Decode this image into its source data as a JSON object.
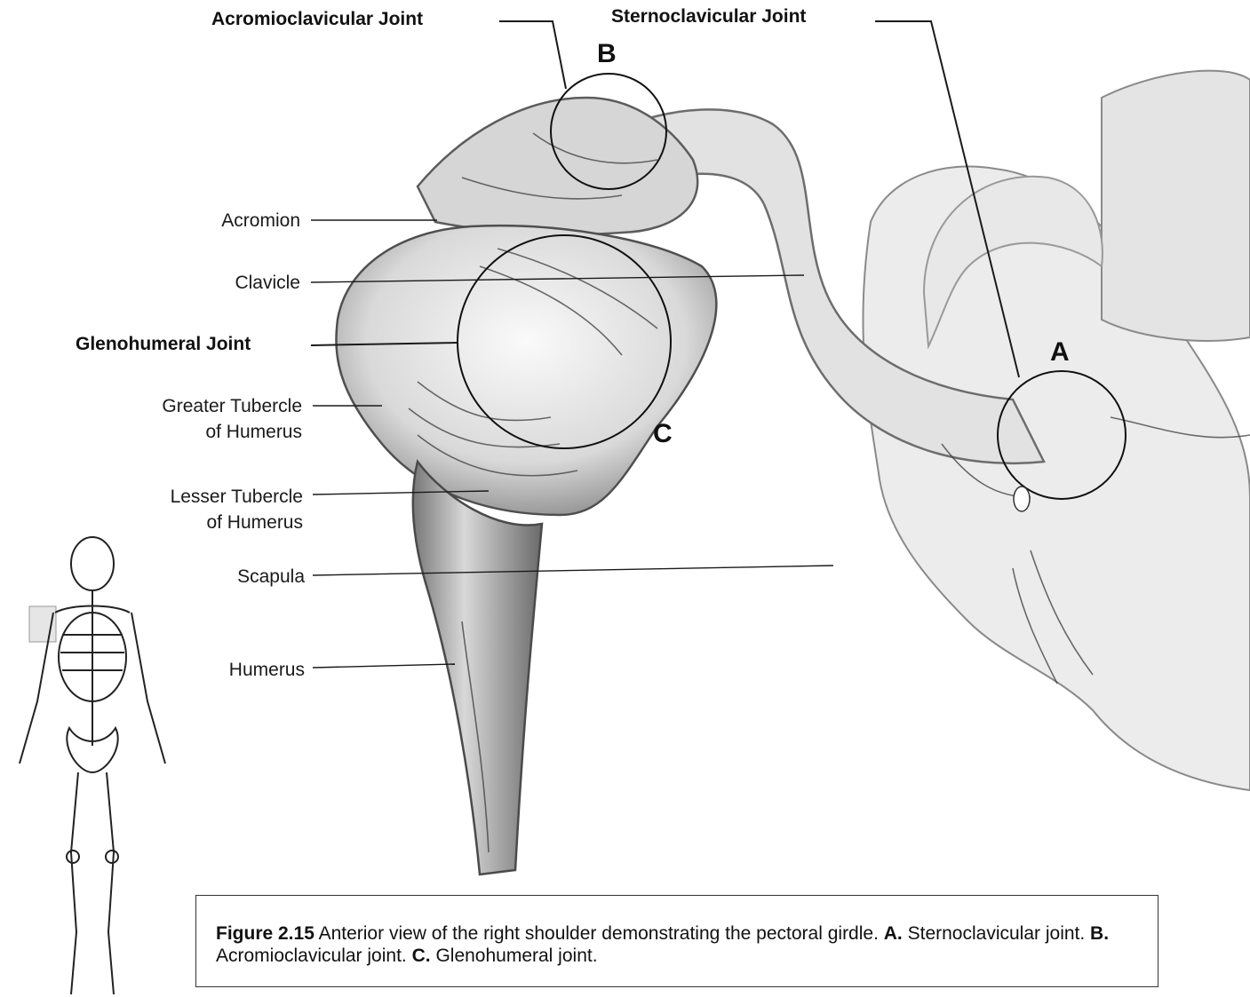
{
  "headings": {
    "acromioclavicular": "Acromioclavicular Joint",
    "sternoclavicular": "Sternoclavicular Joint",
    "glenohumeral": "Glenohumeral Joint"
  },
  "letters": {
    "a": "A",
    "b": "B",
    "c": "C"
  },
  "labels": {
    "acromion": "Acromion",
    "clavicle": "Clavicle",
    "greater_tubercle_1": "Greater Tubercle",
    "greater_tubercle_2": "of Humerus",
    "lesser_tubercle_1": "Lesser Tubercle",
    "lesser_tubercle_2": "of Humerus",
    "scapula": "Scapula",
    "humerus": "Humerus"
  },
  "caption": {
    "figure_no": "Figure 2.15",
    "intro": "Anterior view of the right shoulder demonstrating the pectoral girdle.",
    "a_key": "A.",
    "a_text": "Sternoclavicular joint.",
    "b_key": "B.",
    "b_text": "Acromioclavicular joint.",
    "c_key": "C.",
    "c_text": "Glenohumeral joint."
  }
}
